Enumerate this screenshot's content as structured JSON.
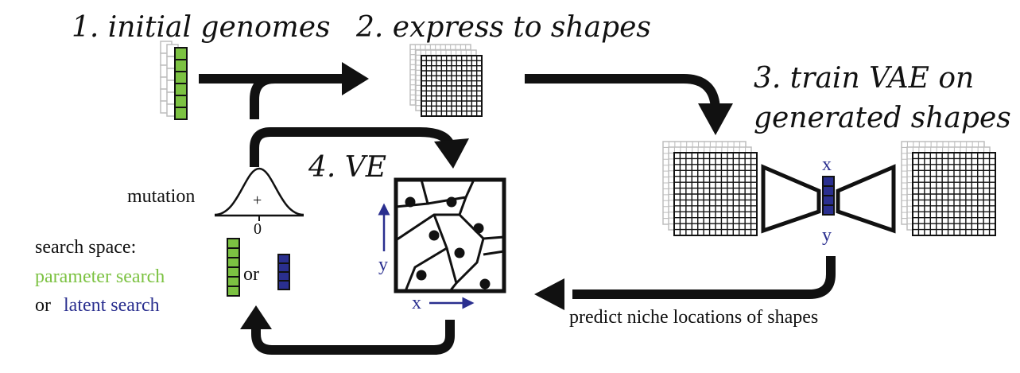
{
  "steps": {
    "step1": "1. initial genomes",
    "step2": "2. express to shapes",
    "step3_line1": "3. train VAE on",
    "step3_line2": "generated shapes",
    "step4": "4. VE"
  },
  "labels": {
    "mutation": "mutation",
    "plus": "+",
    "zero": "0",
    "search_space": "search space:",
    "parameter_search": "parameter search",
    "or_connector": "or",
    "or_prefix": "or",
    "latent_search": "latent search",
    "x_vae": "x",
    "y_vae": "y",
    "x_axis": "x",
    "y_axis": "y",
    "predict": "predict niche locations of shapes"
  },
  "colors": {
    "green": "#7cc242",
    "blue": "#2a2f8f",
    "black": "#111111",
    "gray": "#bdbdbd"
  }
}
